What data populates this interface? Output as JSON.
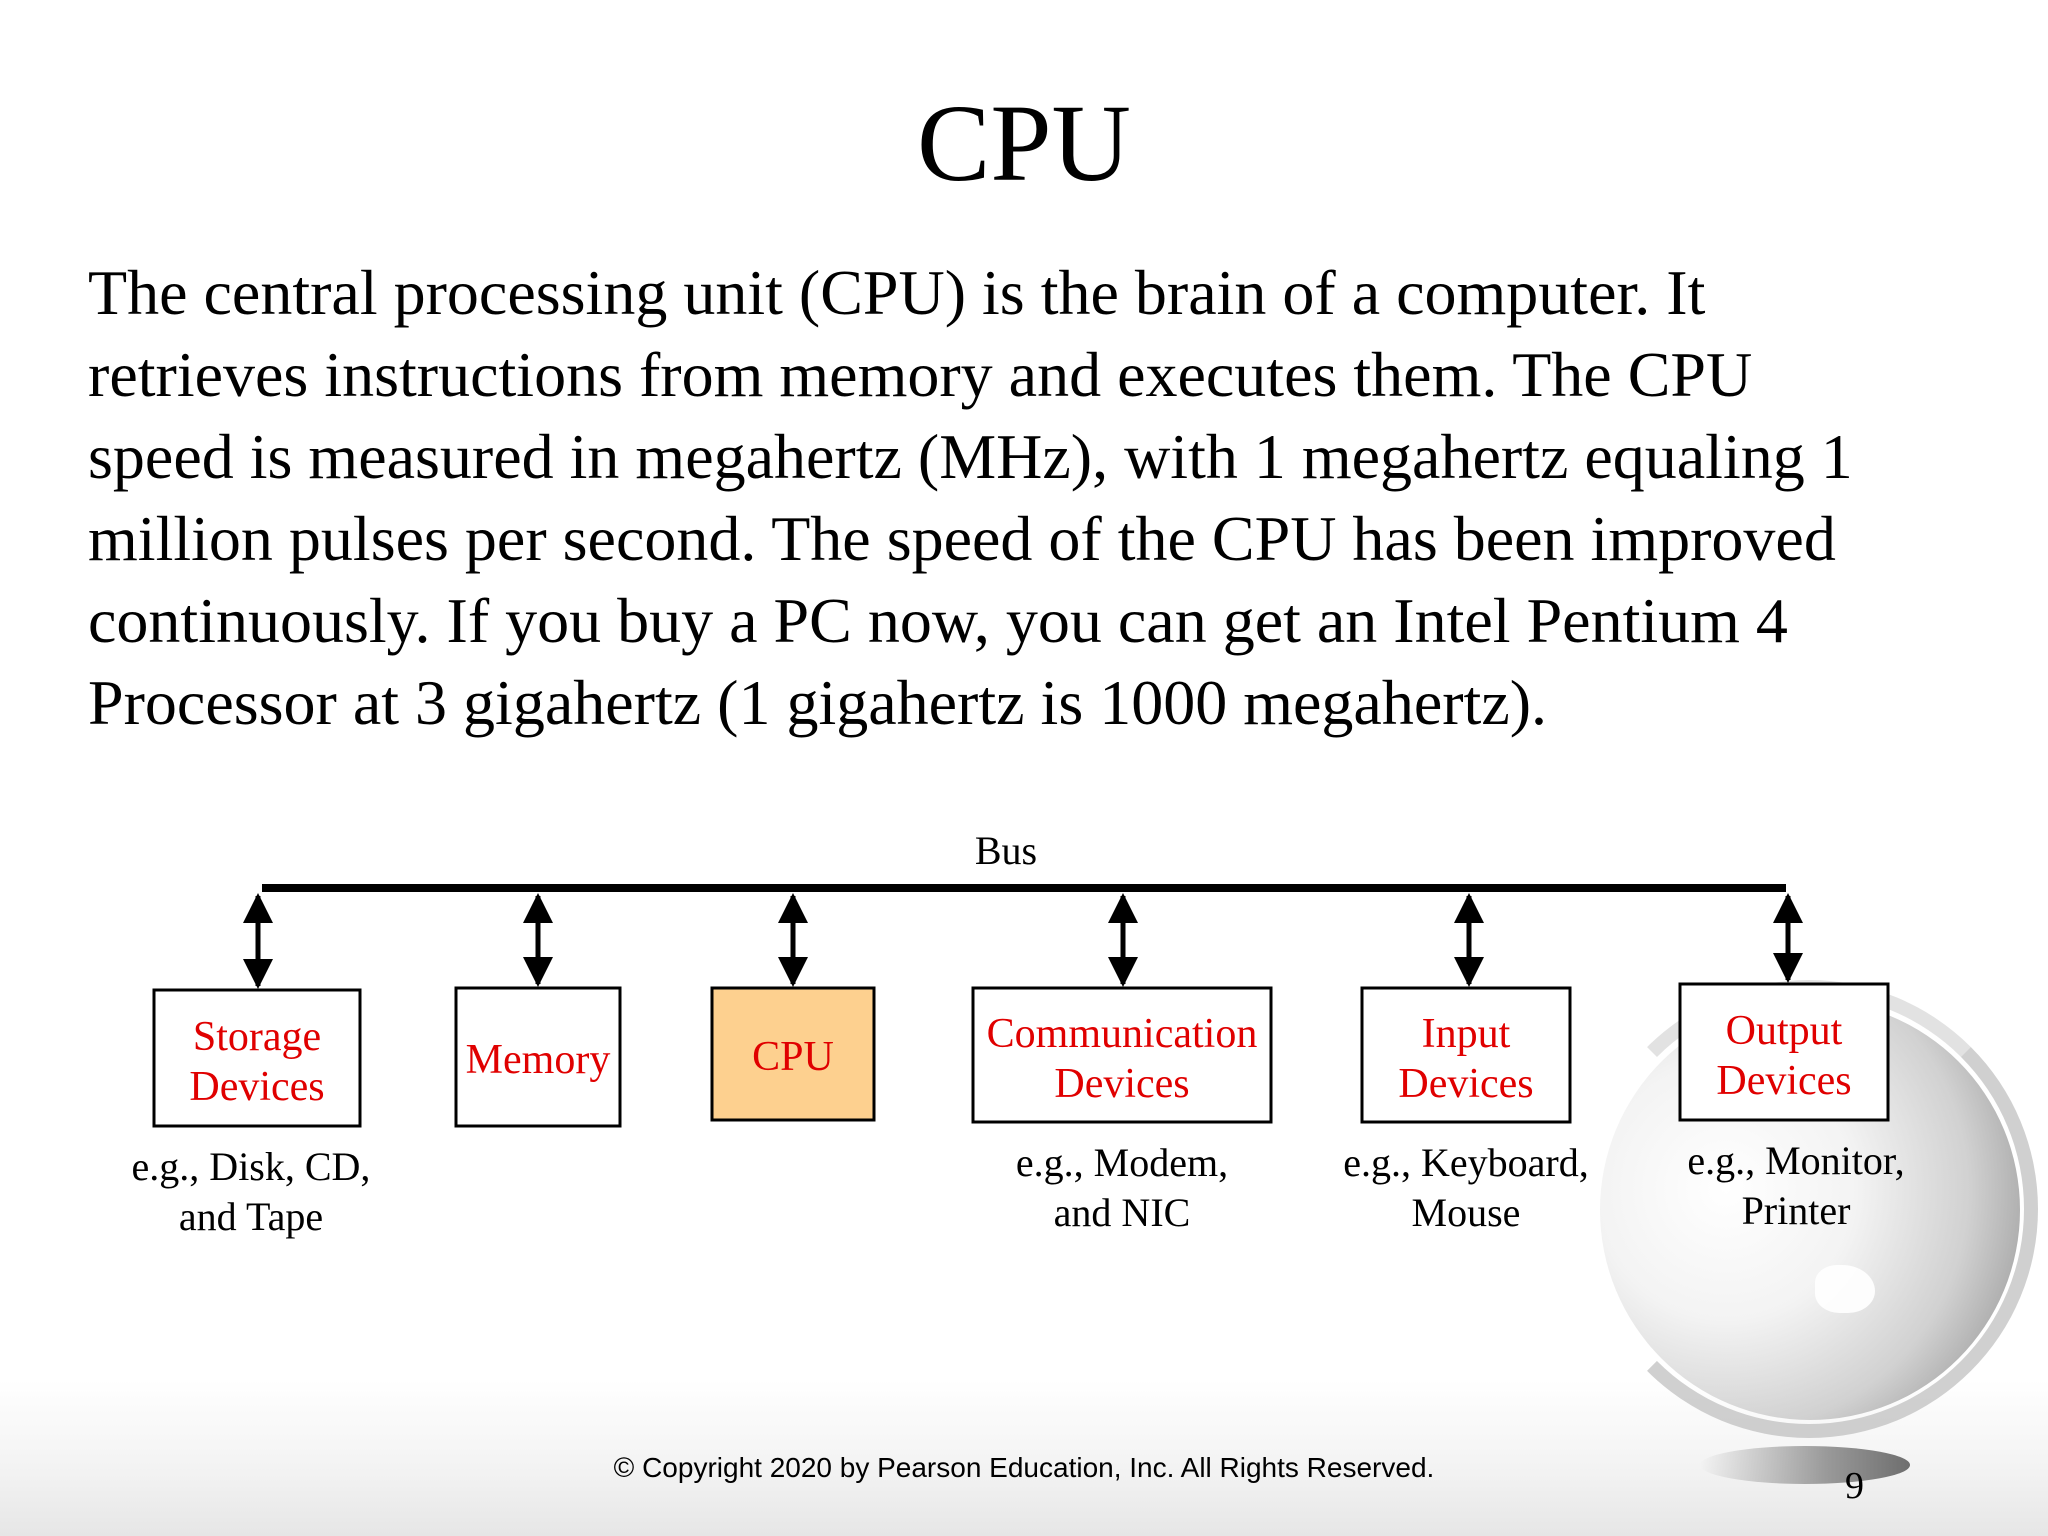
{
  "slide": {
    "title": "CPU",
    "body_lines": [
      "The central processing unit (CPU) is the brain of a computer. It",
      "retrieves instructions from memory and executes them. The CPU",
      "speed is measured in megahertz (MHz), with 1 megahertz equaling 1",
      "million pulses per second. The speed of the CPU has been improved",
      "continuously. If you buy a PC now, you can get an Intel Pentium 4",
      "Processor at 3 gigahertz (1 gigahertz is 1000 megahertz)."
    ],
    "footer": "© Copyright 2020 by Pearson Education, Inc. All Rights Reserved.",
    "page_number": "9"
  },
  "diagram": {
    "bus_label": "Bus",
    "components": [
      {
        "line1": "Storage",
        "line2": "Devices",
        "example1": "e.g., Disk, CD,",
        "example2": "and Tape",
        "highlight": false
      },
      {
        "line1": "Memory",
        "line2": "",
        "example1": "",
        "example2": "",
        "highlight": false
      },
      {
        "line1": "CPU",
        "line2": "",
        "example1": "",
        "example2": "",
        "highlight": true
      },
      {
        "line1": "Communication",
        "line2": "Devices",
        "example1": "e.g., Modem,",
        "example2": "and NIC",
        "highlight": false
      },
      {
        "line1": "Input",
        "line2": "Devices",
        "example1": "e.g., Keyboard,",
        "example2": "Mouse",
        "highlight": false
      },
      {
        "line1": "Output",
        "line2": "Devices",
        "example1": "e.g., Monitor,",
        "example2": "Printer",
        "highlight": false
      }
    ],
    "colors": {
      "label": "#e00000",
      "cpu_fill": "#fdd08f",
      "line": "#000000"
    }
  }
}
